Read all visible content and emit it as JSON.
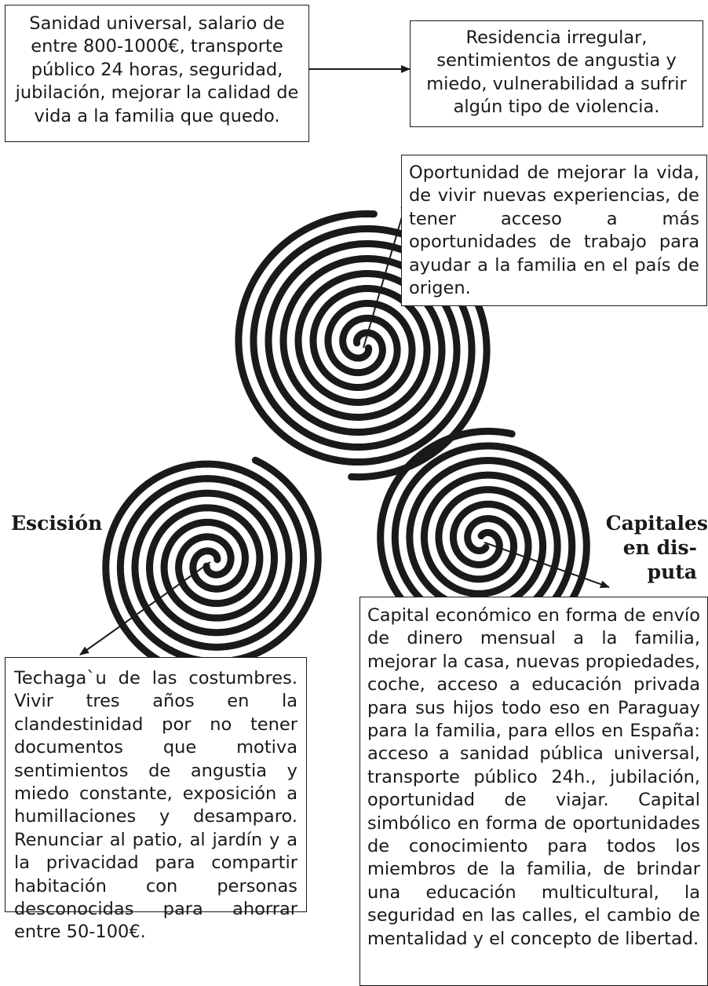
{
  "boxes": {
    "top_left": "Sanidad universal, salario de entre 800-1000€, transporte público 24 horas, seguridad, jubilación, mejorar la calidad de vida a la familia que quedo.",
    "top_right": "Residencia irregular, sentimientos de angustia y miedo, vulnerabilidad a sufrir algún tipo de violencia.",
    "upper_spiral": "Oportunidad de mejorar la vida, de vivir nuevas experiencias, de tener acceso a más oportunidades de trabajo para ayudar a la familia en el país de origen.",
    "left_spiral": "Techaga`u de las costumbres. Vivir tres años en la clandestinidad por no tener documentos que motiva sentimientos de angustia y miedo constante, exposición a humillaciones y desamparo. Renunciar al patio, al jardín y a la privacidad para compartir habitación con personas desconocidas para ahorrar entre 50-100€.",
    "right_spiral": "Capital económico en forma de envío de dinero mensual a la familia, mejorar la casa, nuevas propiedades, coche, acceso a educación privada para sus hijos todo eso en Paraguay para la familia, para ellos en España: acceso a sanidad pública universal, transporte público 24h., jubilación, oportunidad de viajar. Capital simbólico en forma de oportunidades de conocimiento para todos los miembros de la familia, de brindar una educación multicultural, la seguridad en las calles, el cambio de mentalidad y el concepto de libertad."
  },
  "labels": {
    "left": "Escisión",
    "right_line1": "Capitales",
    "right_line2": "en dis-",
    "right_line3": "puta"
  },
  "colors": {
    "ink": "#1a1a1a",
    "background": "#ffffff"
  }
}
